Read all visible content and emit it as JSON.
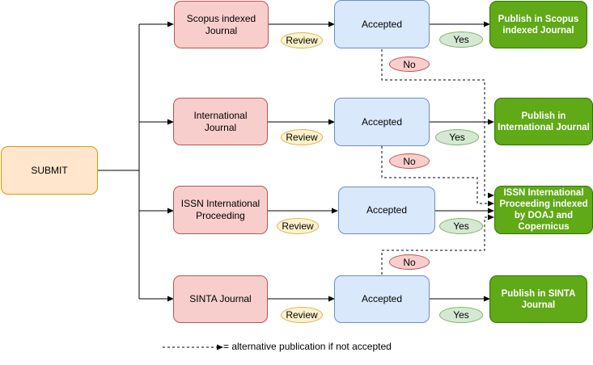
{
  "submit": "SUBMIT",
  "venues": [
    "Scopus indexed\nJournal",
    "International\nJournal",
    "ISSN International\nProceeding",
    "SINTA Journal"
  ],
  "accepted_label": "Accepted",
  "review_label": "Review",
  "yes_label": "Yes",
  "no_label": "No",
  "outcomes": [
    "Publish in Scopus\nindexed Journal",
    "Publish in\nInternational Journal",
    "ISSN International\nProceeding indexed\nby DOAJ and\nCopernicus",
    "Publish in SINTA\nJournal"
  ],
  "legend": "= alternative publication if not accepted"
}
